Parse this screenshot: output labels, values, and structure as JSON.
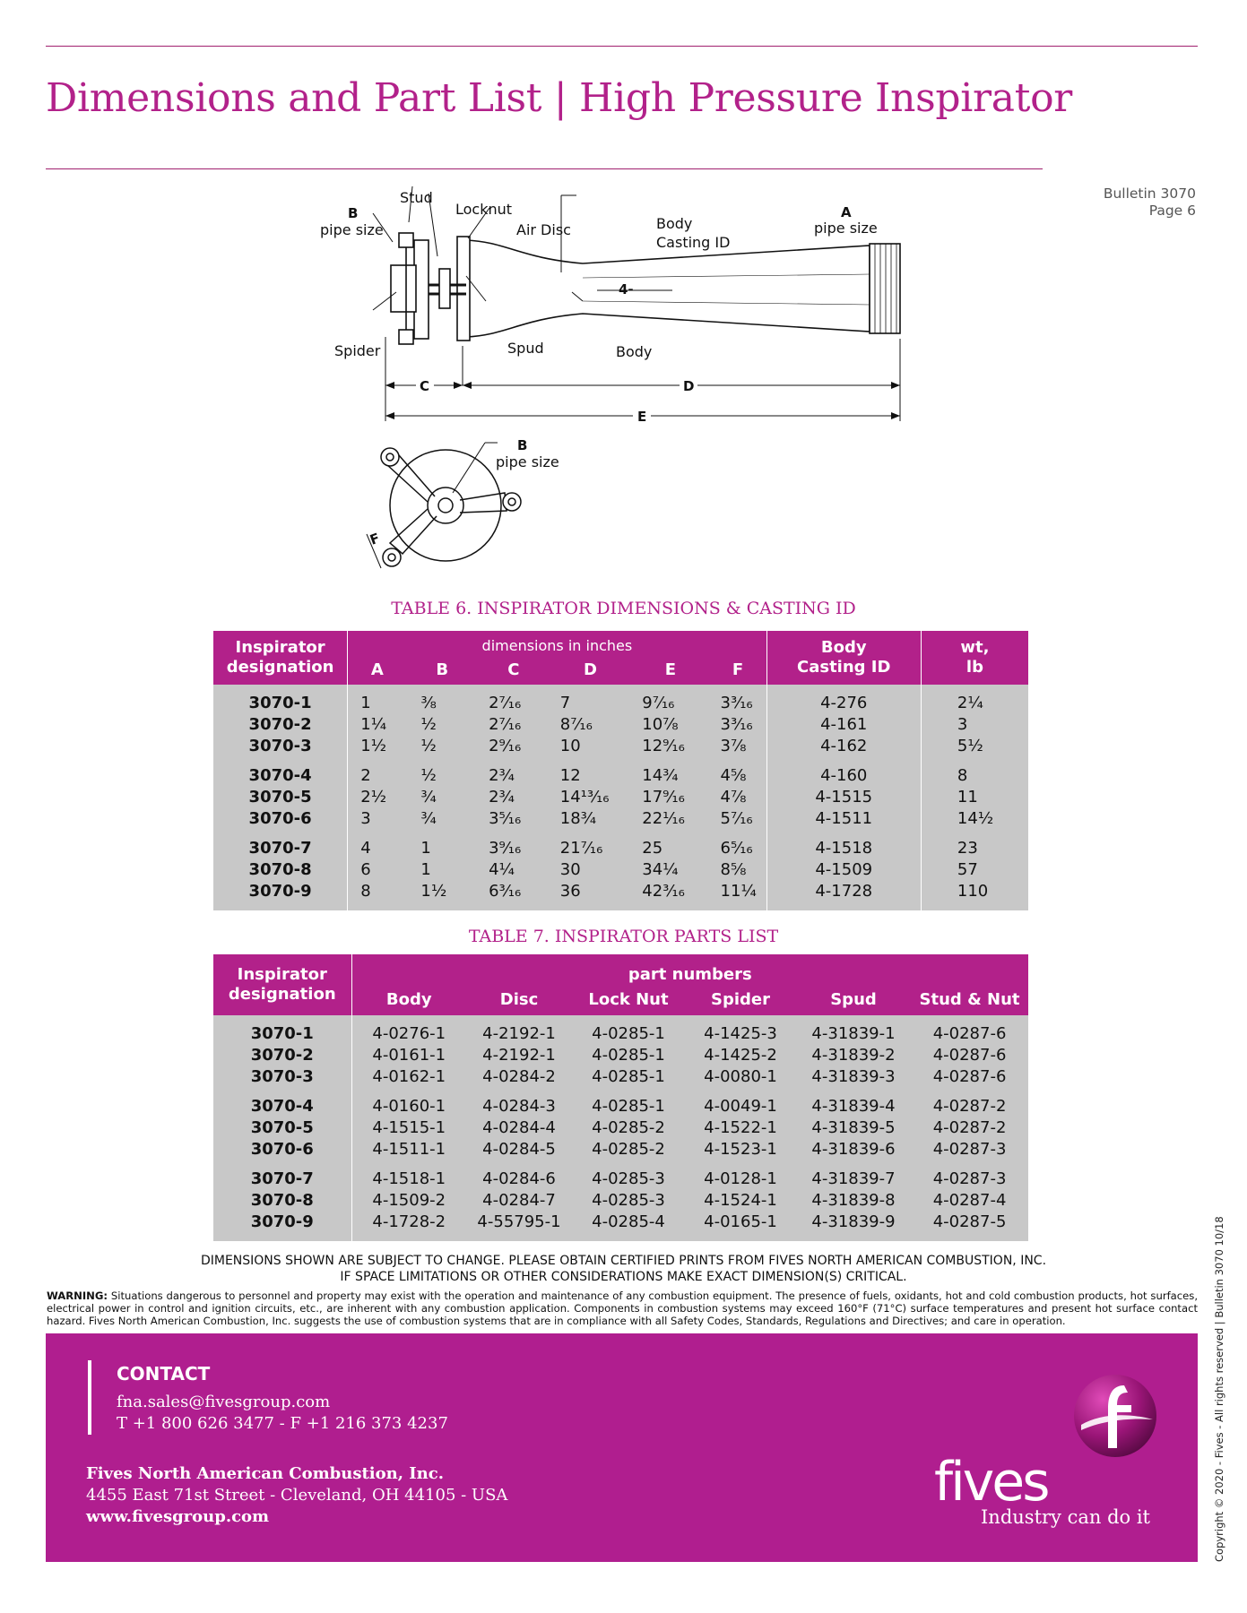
{
  "header": {
    "title": "Dimensions and Part List | High Pressure Inspirator",
    "bulletin": "Bulletin 3070",
    "page": "Page 6"
  },
  "drawing": {
    "stud": "Stud",
    "locknut": "Locknut",
    "b_letter": "B",
    "pipe_size": "pipe size",
    "air_disc": "Air Disc",
    "body_casting_id_1": "Body",
    "body_casting_id_2": "Casting ID",
    "a_letter": "A",
    "casting_code": "4-",
    "spider": "Spider",
    "spud": "Spud",
    "body": "Body",
    "dim_c": "C",
    "dim_d": "D",
    "dim_e": "E",
    "dim_f": "F"
  },
  "table6": {
    "caption": "TABLE 6.  INSPIRATOR DIMENSIONS & CASTING ID",
    "header_designation_1": "Inspirator",
    "header_designation_2": "designation",
    "header_dims": "dimensions in inches",
    "header_cols": [
      "A",
      "B",
      "C",
      "D",
      "E",
      "F"
    ],
    "header_casting_1": "Body",
    "header_casting_2": "Casting ID",
    "header_wt_1": "wt,",
    "header_wt_2": "lb",
    "groups": [
      [
        {
          "designation": "3070-1",
          "A": "1",
          "B": "⅜",
          "C": "2⁷⁄₁₆",
          "D": "7",
          "E": "9⁷⁄₁₆",
          "F": "3³⁄₁₆",
          "casting": "4-276",
          "wt": "2¼"
        },
        {
          "designation": "3070-2",
          "A": "1¼",
          "B": "½",
          "C": "2⁷⁄₁₆",
          "D": "8⁷⁄₁₆",
          "E": "10⅞",
          "F": "3³⁄₁₆",
          "casting": "4-161",
          "wt": "3"
        },
        {
          "designation": "3070-3",
          "A": "1½",
          "B": "½",
          "C": "2⁹⁄₁₆",
          "D": "10",
          "E": "12⁹⁄₁₆",
          "F": "3⅞",
          "casting": "4-162",
          "wt": "5½"
        }
      ],
      [
        {
          "designation": "3070-4",
          "A": "2",
          "B": "½",
          "C": "2¾",
          "D": "12",
          "E": "14¾",
          "F": "4⅝",
          "casting": "4-160",
          "wt": "8"
        },
        {
          "designation": "3070-5",
          "A": "2½",
          "B": "¾",
          "C": "2¾",
          "D": "14¹³⁄₁₆",
          "E": "17⁹⁄₁₆",
          "F": "4⅞",
          "casting": "4-1515",
          "wt": "11"
        },
        {
          "designation": "3070-6",
          "A": "3",
          "B": "¾",
          "C": "3⁵⁄₁₆",
          "D": "18¾",
          "E": "22¹⁄₁₆",
          "F": "5⁷⁄₁₆",
          "casting": "4-1511",
          "wt": "14½"
        }
      ],
      [
        {
          "designation": "3070-7",
          "A": "4",
          "B": "1",
          "C": "3⁹⁄₁₆",
          "D": "21⁷⁄₁₆",
          "E": "25",
          "F": "6⁵⁄₁₆",
          "casting": "4-1518",
          "wt": "23"
        },
        {
          "designation": "3070-8",
          "A": "6",
          "B": "1",
          "C": "4¼",
          "D": "30",
          "E": "34¼",
          "F": "8⅝",
          "casting": "4-1509",
          "wt": "57"
        },
        {
          "designation": "3070-9",
          "A": "8",
          "B": "1½",
          "C": "6³⁄₁₆",
          "D": "36",
          "E": "42³⁄₁₆",
          "F": "11¼",
          "casting": "4-1728",
          "wt": "110"
        }
      ]
    ]
  },
  "table7": {
    "caption": "TABLE 7.  INSPIRATOR PARTS LIST",
    "header_designation_1": "Inspirator",
    "header_designation_2": "designation",
    "header_parts": "part numbers",
    "header_cols": [
      "Body",
      "Disc",
      "Lock Nut",
      "Spider",
      "Spud",
      "Stud & Nut"
    ],
    "groups": [
      [
        {
          "designation": "3070-1",
          "body": "4-0276-1",
          "disc": "4-2192-1",
          "locknut": "4-0285-1",
          "spider": "4-1425-3",
          "spud": "4-31839-1",
          "stud": "4-0287-6"
        },
        {
          "designation": "3070-2",
          "body": "4-0161-1",
          "disc": "4-2192-1",
          "locknut": "4-0285-1",
          "spider": "4-1425-2",
          "spud": "4-31839-2",
          "stud": "4-0287-6"
        },
        {
          "designation": "3070-3",
          "body": "4-0162-1",
          "disc": "4-0284-2",
          "locknut": "4-0285-1",
          "spider": "4-0080-1",
          "spud": "4-31839-3",
          "stud": "4-0287-6"
        }
      ],
      [
        {
          "designation": "3070-4",
          "body": "4-0160-1",
          "disc": "4-0284-3",
          "locknut": "4-0285-1",
          "spider": "4-0049-1",
          "spud": "4-31839-4",
          "stud": "4-0287-2"
        },
        {
          "designation": "3070-5",
          "body": "4-1515-1",
          "disc": "4-0284-4",
          "locknut": "4-0285-2",
          "spider": "4-1522-1",
          "spud": "4-31839-5",
          "stud": "4-0287-2"
        },
        {
          "designation": "3070-6",
          "body": "4-1511-1",
          "disc": "4-0284-5",
          "locknut": "4-0285-2",
          "spider": "4-1523-1",
          "spud": "4-31839-6",
          "stud": "4-0287-3"
        }
      ],
      [
        {
          "designation": "3070-7",
          "body": "4-1518-1",
          "disc": "4-0284-6",
          "locknut": "4-0285-3",
          "spider": "4-0128-1",
          "spud": "4-31839-7",
          "stud": "4-0287-3"
        },
        {
          "designation": "3070-8",
          "body": "4-1509-2",
          "disc": "4-0284-7",
          "locknut": "4-0285-3",
          "spider": "4-1524-1",
          "spud": "4-31839-8",
          "stud": "4-0287-4"
        },
        {
          "designation": "3070-9",
          "body": "4-1728-2",
          "disc": "4-55795-1",
          "locknut": "4-0285-4",
          "spider": "4-0165-1",
          "spud": "4-31839-9",
          "stud": "4-0287-5"
        }
      ]
    ]
  },
  "notice": {
    "line1": "DIMENSIONS SHOWN ARE SUBJECT TO CHANGE. PLEASE OBTAIN CERTIFIED PRINTS FROM FIVES NORTH AMERICAN COMBUSTION, INC.",
    "line2": "IF SPACE LIMITATIONS OR OTHER CONSIDERATIONS MAKE EXACT DIMENSION(S) CRITICAL."
  },
  "warning": {
    "label": "WARNING:",
    "text": " Situations dangerous to personnel and property may exist with the operation and maintenance of any combustion equipment. The presence of fuels, oxidants, hot and cold combustion products, hot surfaces, electrical power in control and ignition circuits, etc., are inherent with any combustion application. Components in combustion systems may exceed 160°F (71°C) surface temperatures and present hot surface contact hazard. Fives North American Combustion, Inc. suggests the use of combustion systems that are in compliance with all Safety Codes, Standards, Regulations and Directives; and care in operation."
  },
  "footer": {
    "contact_heading": "CONTACT",
    "email": "fna.sales@fivesgroup.com",
    "phone": "T +1 800 626 3477 - F +1 216 373 4237",
    "company": "Fives North American Combustion, Inc.",
    "address": "4455 East 71st Street - Cleveland, OH 44105 - USA",
    "website": "www.fivesgroup.com",
    "logo_text": "fives",
    "tagline": "Industry can do it",
    "colors": {
      "footer_bg": "#b01e8f",
      "accent": "#b2218a",
      "table_body": "#c8c8c8"
    }
  },
  "copyright": "Copyright © 2020 - Fives - All rights reserved | Bulletin 3070 10/18"
}
